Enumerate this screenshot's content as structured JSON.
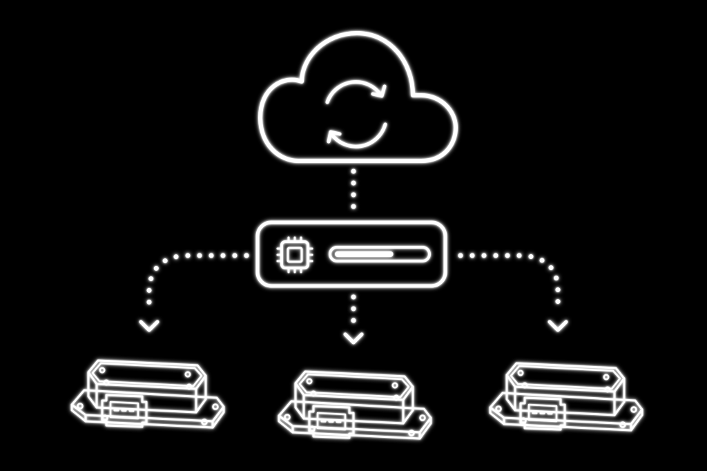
{
  "diagram": {
    "theme": {
      "background": "#000000",
      "stroke": "#ffffff",
      "glow": "#ffffff"
    },
    "cloud": {
      "icon": "cloud-icon",
      "inner_icon": "sync-icon"
    },
    "gateway": {
      "chip_icon": "processor-chip-icon",
      "progress_fraction": 0.65
    },
    "devices": [
      {
        "icon": "ecu-module-icon"
      },
      {
        "icon": "ecu-module-icon"
      },
      {
        "icon": "ecu-module-icon"
      }
    ],
    "connections": [
      {
        "from": "cloud",
        "to": "gateway",
        "style": "dotted"
      },
      {
        "from": "gateway",
        "to": "device-1",
        "style": "dotted-arrow"
      },
      {
        "from": "gateway",
        "to": "device-2",
        "style": "dotted-arrow"
      },
      {
        "from": "gateway",
        "to": "device-3",
        "style": "dotted-arrow"
      }
    ]
  }
}
